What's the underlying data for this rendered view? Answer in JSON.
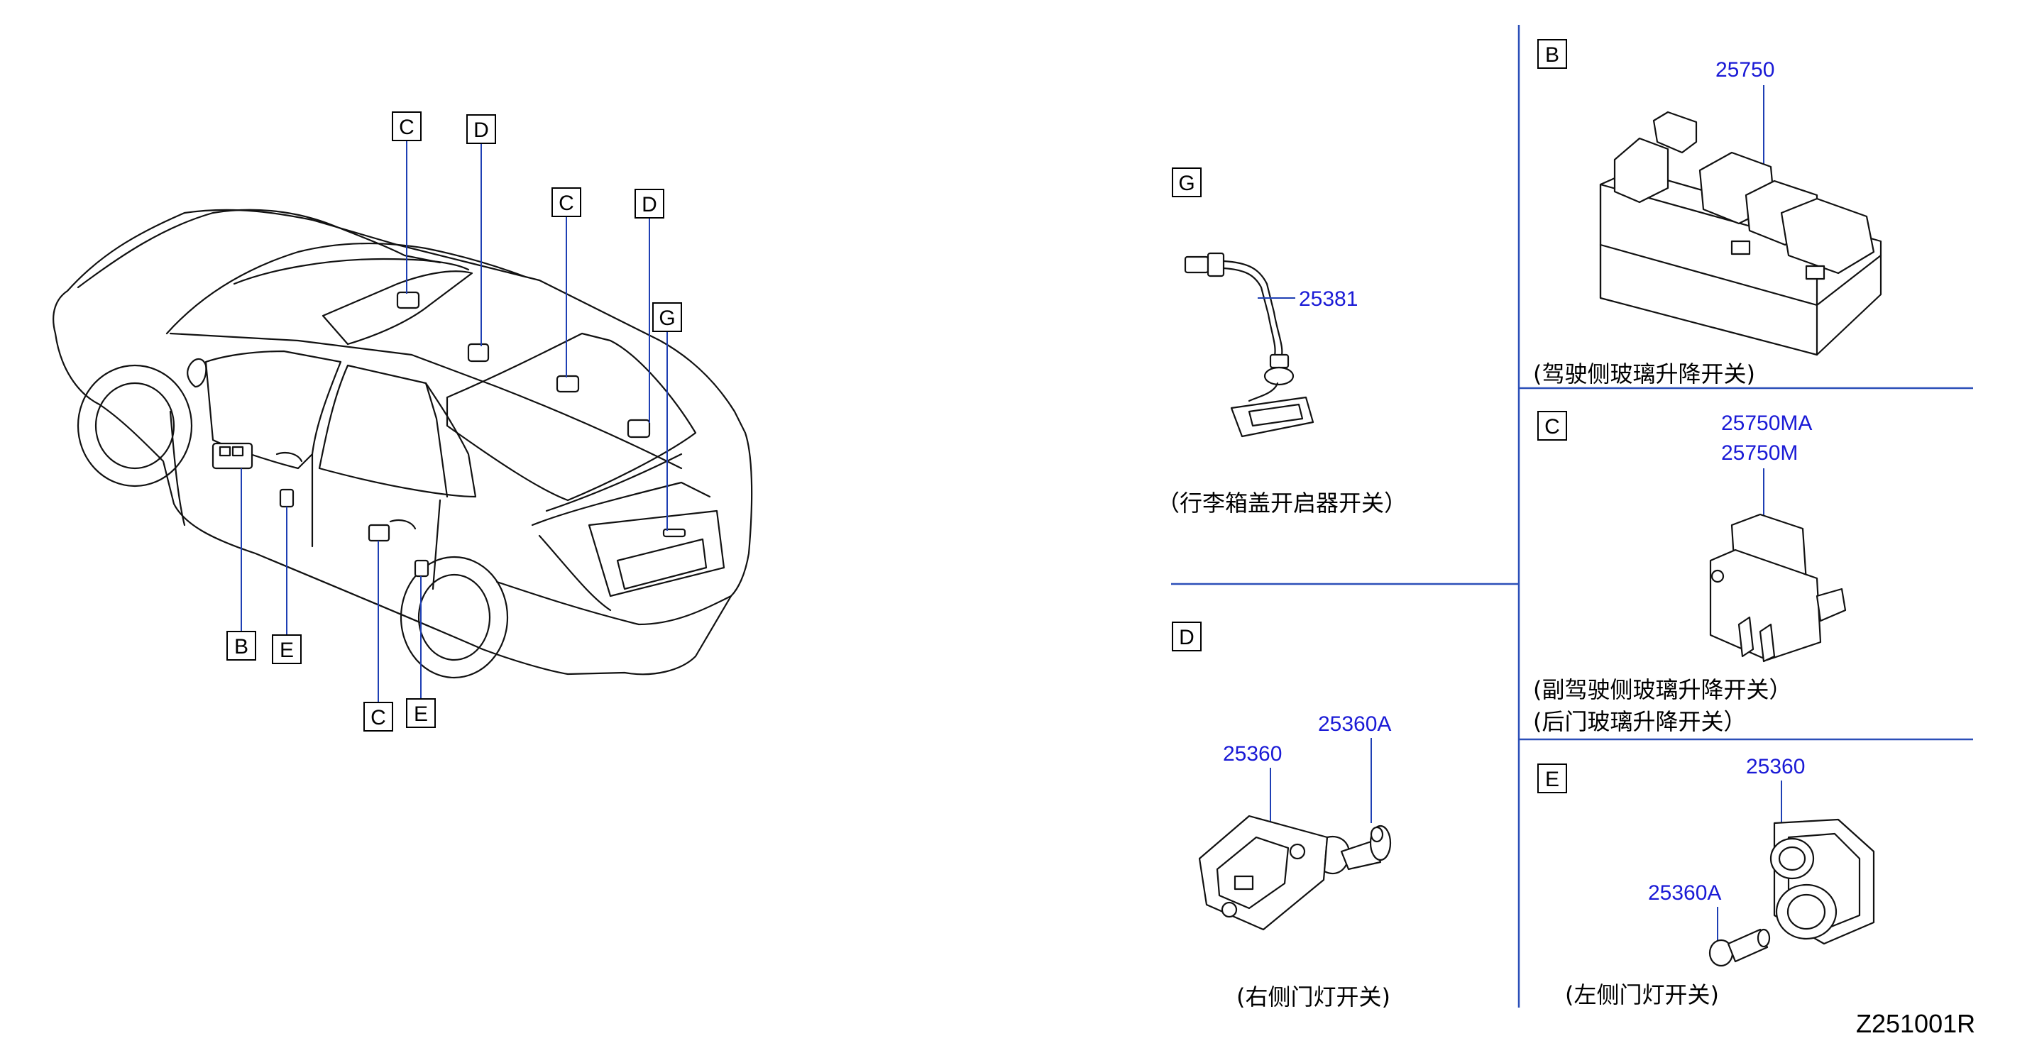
{
  "car_callouts": [
    "C",
    "D",
    "C",
    "D",
    "G",
    "B",
    "E",
    "C",
    "E"
  ],
  "panels": {
    "G": {
      "letter": "G",
      "part_numbers": [
        "25381"
      ],
      "caption": "（行李箱盖开启器开关）"
    },
    "D": {
      "letter": "D",
      "part_numbers": [
        "25360",
        "25360A"
      ],
      "caption": "(右侧门灯开关)"
    },
    "B": {
      "letter": "B",
      "part_numbers": [
        "25750"
      ],
      "caption": "(驾驶侧玻璃升降开关)"
    },
    "C": {
      "letter": "C",
      "part_numbers": [
        "25750MA",
        "25750M"
      ],
      "captions": [
        "(副驾驶侧玻璃升降开关）",
        "(后门玻璃升降开关）"
      ]
    },
    "E": {
      "letter": "E",
      "part_numbers": [
        "25360",
        "25360A"
      ],
      "caption": "(左侧门灯开关)"
    }
  },
  "reference": "Z251001R",
  "colors": {
    "part_number": "#1a1ad6",
    "leader_line": "#1e3fb4",
    "separator": "#2b4fb8"
  }
}
